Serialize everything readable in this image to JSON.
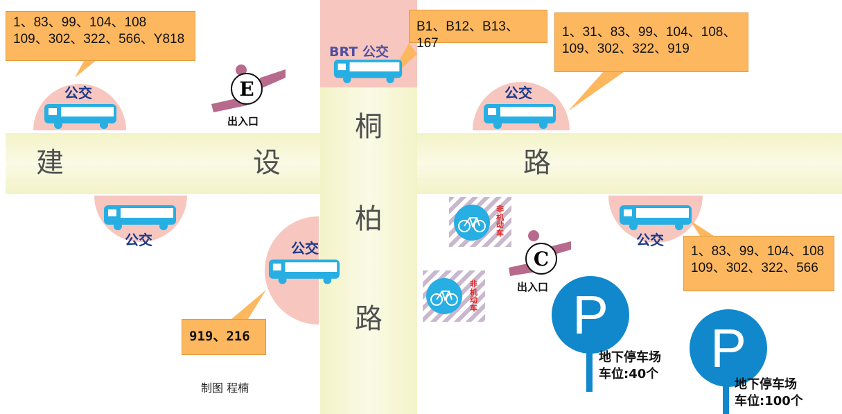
{
  "roads": {
    "horizontal_chars": [
      "建",
      "设",
      "路"
    ],
    "vertical_chars": [
      "桐",
      "柏",
      "路"
    ]
  },
  "bus_stops": {
    "label": "公交",
    "brt_label": "BRT 公交"
  },
  "callouts": {
    "top_left": [
      "1、83、99、104、108",
      "109、302、322、566、Y818"
    ],
    "brt": [
      "B1、B12、B13、167"
    ],
    "top_right": [
      "1、31、83、99、104、108、",
      "109、302、322、919"
    ],
    "bottom_right": [
      "1、83、99、104、108",
      "109、302、322、566"
    ],
    "bottom_left": [
      "919、216"
    ]
  },
  "entrances": {
    "e_letter": "E",
    "c_letter": "C",
    "label": "出入口"
  },
  "bike_parking": {
    "label_chars": [
      "非",
      "机",
      "动",
      "车"
    ]
  },
  "parking": {
    "letter": "P",
    "lot1": [
      "地下停车场",
      "车位:40个"
    ],
    "lot2": [
      "地下停车场",
      "车位:100个"
    ]
  },
  "credit": "制图 程楠",
  "colors": {
    "road": "#f3f3c8",
    "callout": "#fdb85f",
    "stop_circle": "#f7c6be",
    "bus": "#27aee2",
    "parking_sign": "#1188cc",
    "escalator": "#b86a8c"
  }
}
